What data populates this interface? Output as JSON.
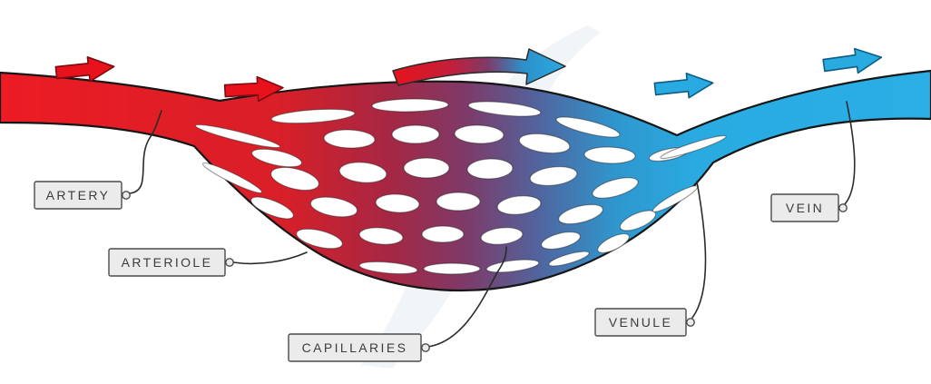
{
  "diagram": {
    "name": "Blood vessel network: artery to vein through capillary bed",
    "labels": [
      {
        "id": "artery",
        "text": "ARTERY"
      },
      {
        "id": "arteriole",
        "text": "ARTERIOLE"
      },
      {
        "id": "capillaries",
        "text": "CAPILLARIES"
      },
      {
        "id": "venule",
        "text": "VENULE"
      },
      {
        "id": "vein",
        "text": "VEIN"
      }
    ],
    "flow_arrows": [
      {
        "id": "artery-flow-1",
        "color": "#e8121c",
        "direction": "right"
      },
      {
        "id": "artery-flow-2",
        "color": "#e8121c",
        "direction": "right"
      },
      {
        "id": "transition-flow",
        "color_start": "#e8121c",
        "color_end": "#29abe2",
        "direction": "right"
      },
      {
        "id": "vein-flow-1",
        "color": "#29abe2",
        "direction": "right"
      },
      {
        "id": "vein-flow-2",
        "color": "#29abe2",
        "direction": "right"
      }
    ],
    "colors": {
      "artery_red": "#ec1b24",
      "capillary_purple": "#7e3a68",
      "vein_blue": "#29abe2",
      "tag_fill": "#ebebeb",
      "outline": "#161616"
    }
  }
}
